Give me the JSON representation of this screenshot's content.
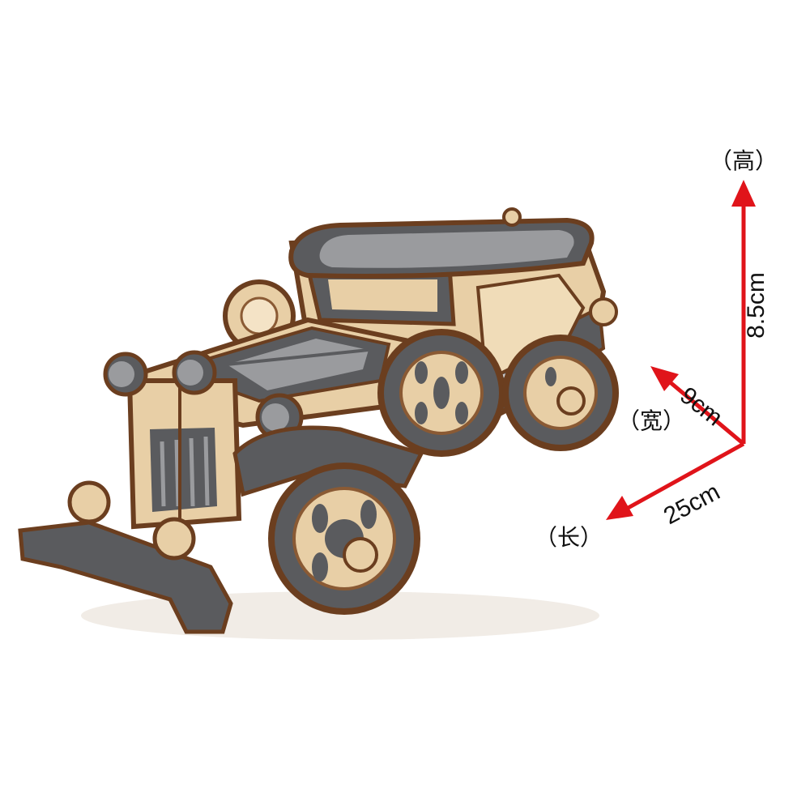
{
  "product": {
    "colors": {
      "wood": "#e8cfa6",
      "wood_dark": "#8a5a34",
      "edge": "#6b3e1f",
      "gray": "#5a5b5e",
      "gray_light": "#9a9b9e",
      "arrow": "#e0141a"
    },
    "icon": "wooden-vintage-car-model"
  },
  "dimensions": {
    "height": {
      "value": "8.5cm",
      "label": "（高）"
    },
    "width": {
      "value": "9cm",
      "label": "（宽）"
    },
    "length": {
      "value": "25cm",
      "label": "（长）"
    }
  }
}
